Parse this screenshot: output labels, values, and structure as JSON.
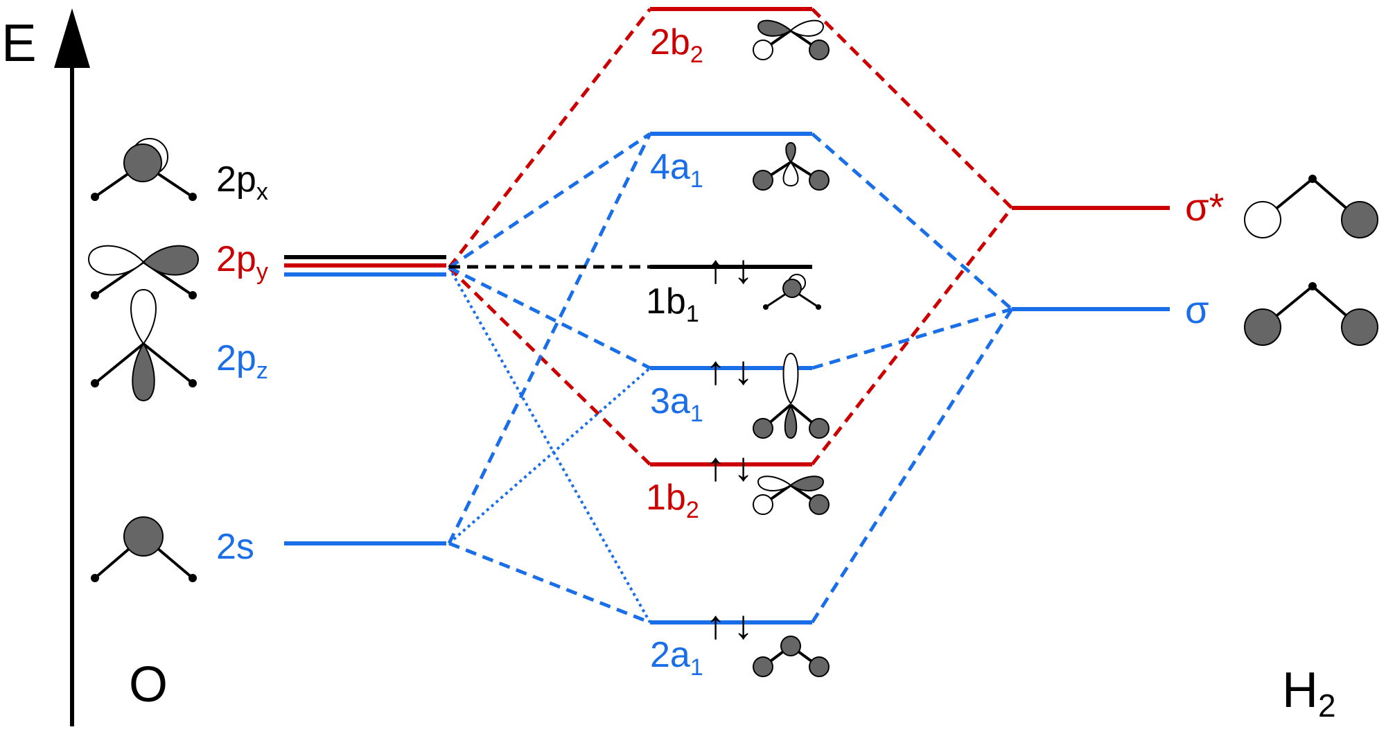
{
  "axis": {
    "label": "E"
  },
  "atoms": {
    "left": "O",
    "right_main": "H",
    "right_sub": "2"
  },
  "oxygen_orbitals": {
    "px_main": "2p",
    "px_sub": "x",
    "py_main": "2p",
    "py_sub": "y",
    "pz_main": "2p",
    "pz_sub": "z",
    "s": "2s"
  },
  "molecular_orbitals": {
    "b2_upper_main": "2b",
    "b2_upper_sub": "2",
    "a1_4_main": "4a",
    "a1_4_sub": "1",
    "b1_main": "1b",
    "b1_sub": "1",
    "a1_3_main": "3a",
    "a1_3_sub": "1",
    "b2_lower_main": "1b",
    "b2_lower_sub": "2",
    "a1_2_main": "2a",
    "a1_2_sub": "1"
  },
  "hydrogen_orbitals": {
    "sigma_star": "σ*",
    "sigma": "σ"
  },
  "electrons": {
    "up": "↑",
    "down": "↓"
  },
  "colors": {
    "black": "#000000",
    "red": "#cc0000",
    "blue": "#1a6fe8",
    "lobe_gray": "#666666"
  }
}
